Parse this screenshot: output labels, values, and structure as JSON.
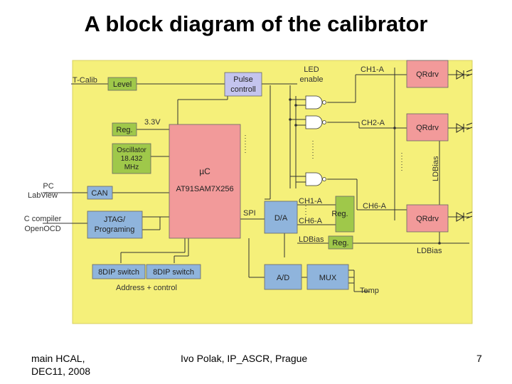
{
  "slide": {
    "title": "A block diagram of the calibrator",
    "footer_left_line1": "main HCAL,",
    "footer_left_line2": "DEC11, 2008",
    "footer_center": "Ivo Polak, IP_ASCR, Prague",
    "page_number": "7"
  },
  "diagram": {
    "colors": {
      "background": "#f5f07a",
      "green_block": "#9fc84a",
      "blue_block": "#8fb4dc",
      "pink_block": "#f29a9a",
      "lavender_block": "#c4c4ee",
      "line": "#333333"
    },
    "external_labels": {
      "t_calib": "T-Calib",
      "pc_line1": "PC",
      "pc_line2": "LabView",
      "c_compiler": "C compiler",
      "openocd": "OpenOCD"
    },
    "blocks": {
      "level": "Level",
      "pulse_line1": "Pulse",
      "pulse_line2": "controll",
      "led_line1": "LED",
      "led_line2": "enable",
      "reg_top": "Reg.",
      "voltage": "3.3V",
      "osc_line1": "Oscillator",
      "osc_line2": "18.432",
      "osc_line3": "MHz",
      "uc": "µC",
      "mcu": "AT91SAM7X256",
      "can": "CAN",
      "jtag_line1": "JTAG/",
      "jtag_line2": "Programing",
      "spi": "SPI",
      "da": "D/A",
      "reg_right": "Reg.",
      "reg_bottom": "Reg.",
      "ad": "A/D",
      "mux": "MUX",
      "dip1": "8DIP switch",
      "dip2": "8DIP switch",
      "address_control": "Address + control",
      "temp": "Temp",
      "qrdrv1": "QRdrv",
      "qrdrv2": "QRdrv",
      "qrdrv3": "QRdrv"
    },
    "signals": {
      "ch1a_top": "CH1-A",
      "ch2a": "CH2-A",
      "ch6a_right": "CH6-A",
      "ch1a_mid": "CH1-A",
      "ch6a_mid": "CH6-A",
      "ldbias_mid": "LDBias",
      "ldbias_vertical": "LDBias",
      "ldbias_right": "LDBias"
    }
  }
}
